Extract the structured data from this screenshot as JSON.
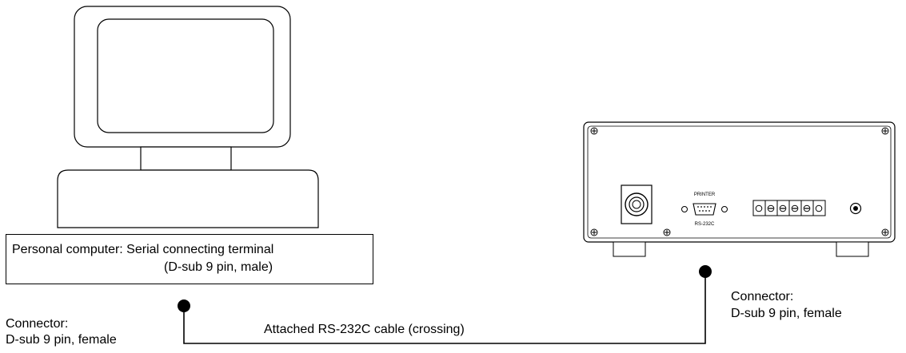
{
  "pc_box": {
    "line1": "Personal computer: Serial connecting terminal",
    "line2": "(D-sub  9 pin, male)"
  },
  "left_connector": {
    "line1": "Connector:",
    "line2": "D-sub 9 pin, female"
  },
  "right_connector": {
    "line1": "Connector:",
    "line2": "D-sub 9 pin, female"
  },
  "cable_label": "Attached RS-232C cable (crossing)",
  "device_panel": {
    "printer_label": "PRINTER",
    "rs232c_label": "RS-232C"
  },
  "colors": {
    "line": "#000000",
    "background": "#ffffff"
  }
}
